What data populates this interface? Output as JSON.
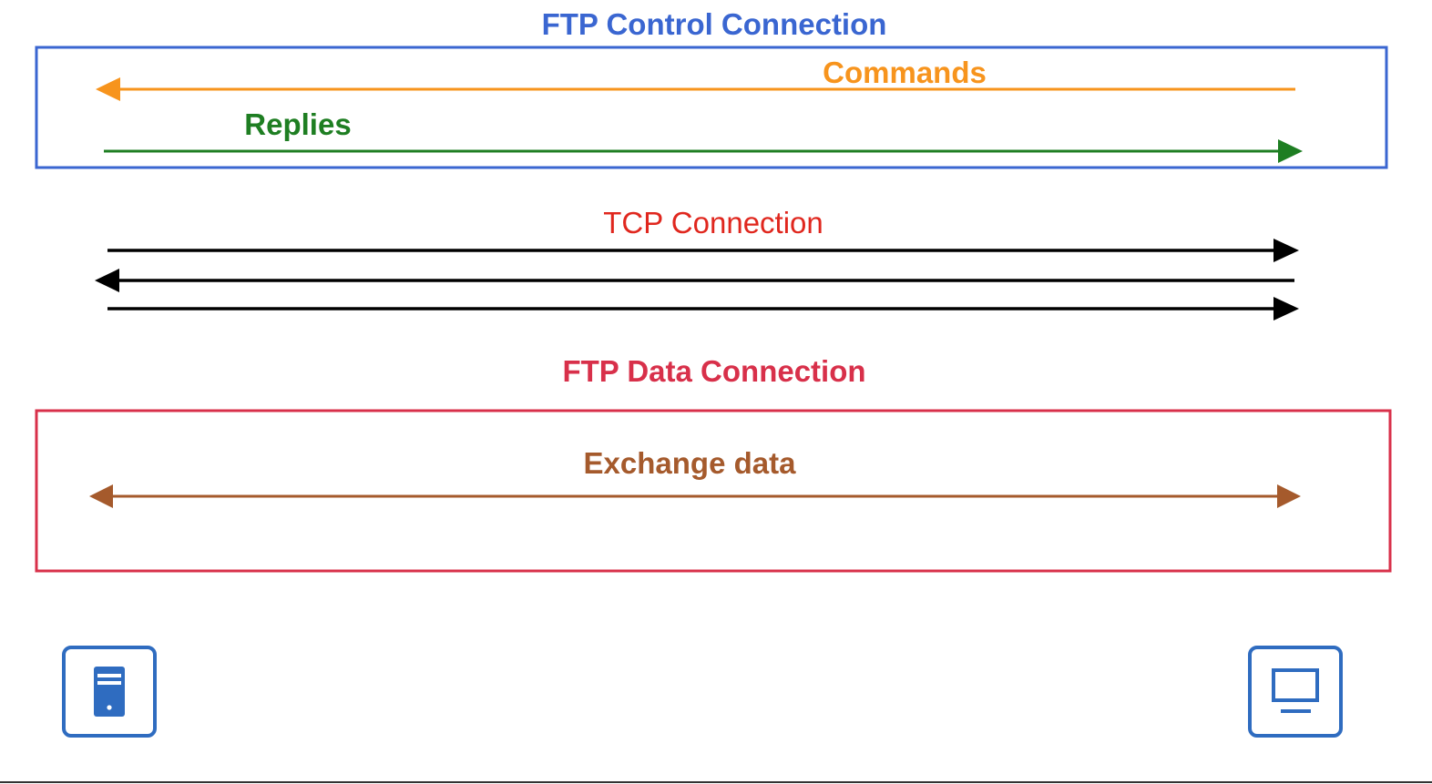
{
  "control_connection": {
    "title": "FTP Control Connection",
    "color": "#3a66d1",
    "commands": {
      "label": "Commands",
      "color": "#f7941d"
    },
    "replies": {
      "label": "Replies",
      "color": "#1e7e22"
    }
  },
  "tcp_connection": {
    "title": "TCP Connection",
    "color": "#e0271e",
    "arrow_color": "#000000"
  },
  "data_connection": {
    "title": "FTP Data Connection",
    "color": "#d8304a",
    "exchange": {
      "label": "Exchange data",
      "color": "#a55a2c"
    }
  },
  "endpoints": {
    "left_icon": "server-icon",
    "right_icon": "monitor-icon",
    "icon_color": "#2f6cc0"
  }
}
